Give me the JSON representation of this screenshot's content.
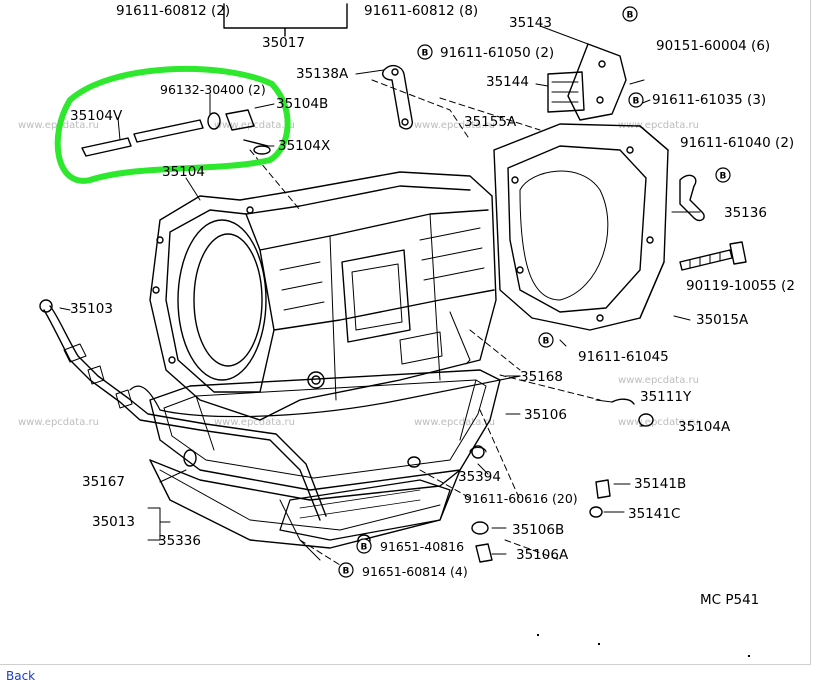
{
  "diagram": {
    "callouts": [
      {
        "id": "c1",
        "text": "91611-60812 (2)",
        "bolt": false
      },
      {
        "id": "c2",
        "text": "91611-60812 (8)",
        "bolt": false
      },
      {
        "id": "c3",
        "text": "35017",
        "bolt": false
      },
      {
        "id": "c4",
        "text": "35143",
        "bolt": false
      },
      {
        "id": "c5",
        "text": "91611-61050 (2)",
        "bolt": true
      },
      {
        "id": "c6",
        "text": "90151-60004 (6)",
        "bolt": false
      },
      {
        "id": "c7",
        "text": "35138A",
        "bolt": false
      },
      {
        "id": "c8",
        "text": "35144",
        "bolt": false
      },
      {
        "id": "c9",
        "text": "96132-30400 (2)",
        "bolt": false
      },
      {
        "id": "c10",
        "text": "35104V",
        "bolt": false
      },
      {
        "id": "c11",
        "text": "35104B",
        "bolt": false
      },
      {
        "id": "c12",
        "text": "91611-61035 (3)",
        "bolt": true
      },
      {
        "id": "c13",
        "text": "35155A",
        "bolt": false
      },
      {
        "id": "c14",
        "text": "35104X",
        "bolt": false
      },
      {
        "id": "c15",
        "text": "91611-61040 (2)",
        "bolt": false
      },
      {
        "id": "c16",
        "text": "35104",
        "bolt": false
      },
      {
        "id": "c17",
        "text": "35136",
        "bolt": false
      },
      {
        "id": "c18",
        "text": "90119-10055 (2",
        "bolt": false
      },
      {
        "id": "c19",
        "text": "35103",
        "bolt": false
      },
      {
        "id": "c20",
        "text": "35015A",
        "bolt": false
      },
      {
        "id": "c21",
        "text": "91611-61045",
        "bolt": true
      },
      {
        "id": "c22",
        "text": "35168",
        "bolt": false
      },
      {
        "id": "c23",
        "text": "35111Y",
        "bolt": false
      },
      {
        "id": "c24",
        "text": "35106",
        "bolt": false
      },
      {
        "id": "c25",
        "text": "35104A",
        "bolt": false
      },
      {
        "id": "c26",
        "text": "35394",
        "bolt": false
      },
      {
        "id": "c27",
        "text": "35167",
        "bolt": false
      },
      {
        "id": "c28",
        "text": "35141B",
        "bolt": false
      },
      {
        "id": "c29",
        "text": "91611-60616 (20)",
        "bolt": false
      },
      {
        "id": "c30",
        "text": "35013",
        "bolt": false
      },
      {
        "id": "c31",
        "text": "35141C",
        "bolt": false
      },
      {
        "id": "c32",
        "text": "35106B",
        "bolt": false
      },
      {
        "id": "c33",
        "text": "35336",
        "bolt": false
      },
      {
        "id": "c34",
        "text": "91651-40816",
        "bolt": true
      },
      {
        "id": "c35",
        "text": "35106A",
        "bolt": false
      },
      {
        "id": "c36",
        "text": "91651-60814 (4)",
        "bolt": true
      },
      {
        "id": "c37",
        "text": "MC P541",
        "bolt": false
      }
    ],
    "bolt_badge": "B",
    "watermark": "www.epcdata.ru",
    "highlight_color": "#2ee82e"
  },
  "nav": {
    "back_label": "Back",
    "link_color": "#1a3ccf"
  }
}
